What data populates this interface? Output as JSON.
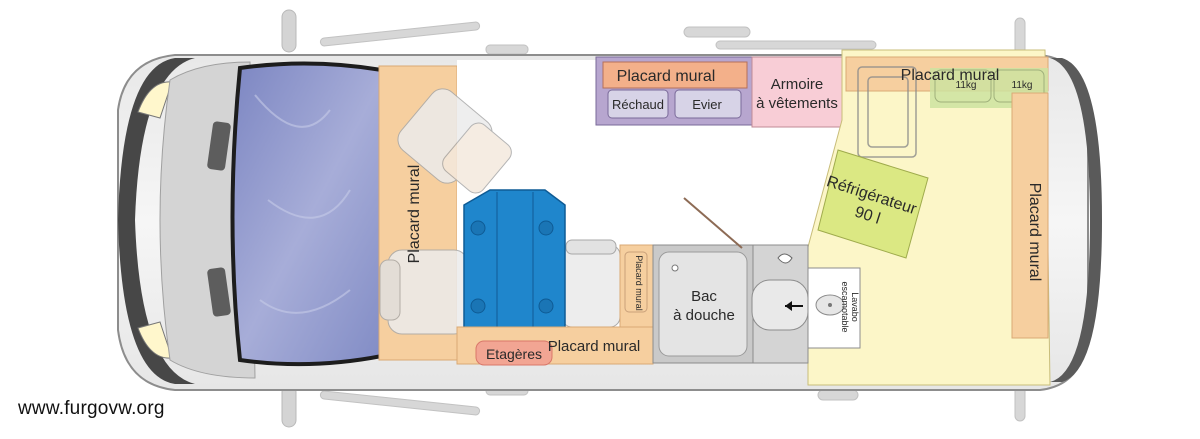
{
  "labels": {
    "placard_mural_top_center": "Placard mural",
    "rechaud": "Réchaud",
    "evier": "Evier",
    "armoire_line1": "Armoire",
    "armoire_line2": "à vêtements",
    "placard_mural_top_right": "Placard mural",
    "gas_bottle_1": "11kg",
    "gas_bottle_2": "11kg",
    "refrigerateur_line1": "Réfrigérateur",
    "refrigerateur_line2": "90 l",
    "placard_mural_right": "Placard mural",
    "placard_mural_left": "Placard mural",
    "placard_mural_small": "Placard mural",
    "bac_douche_line1": "Bac",
    "bac_douche_line2": "à douche",
    "lavabo_line1": "Lavabo",
    "lavabo_line2": "escamotable",
    "etageres": "Etagères",
    "placard_mural_bottom": "Placard mural"
  },
  "watermark": "www.furgovw.org",
  "colors": {
    "placard_orange": "#f6cf9f",
    "kitchen_purple": "#b7a6cf",
    "armoire_pink": "#f8cdd6",
    "bathroom_yellow": "#fcf6c8",
    "fridge_green": "#dbe883",
    "table_blue": "#1f86cc",
    "windshield_blue": "#8c95c9",
    "shower_grey": "#d9d9d9",
    "etageres_red": "#f2a593"
  }
}
